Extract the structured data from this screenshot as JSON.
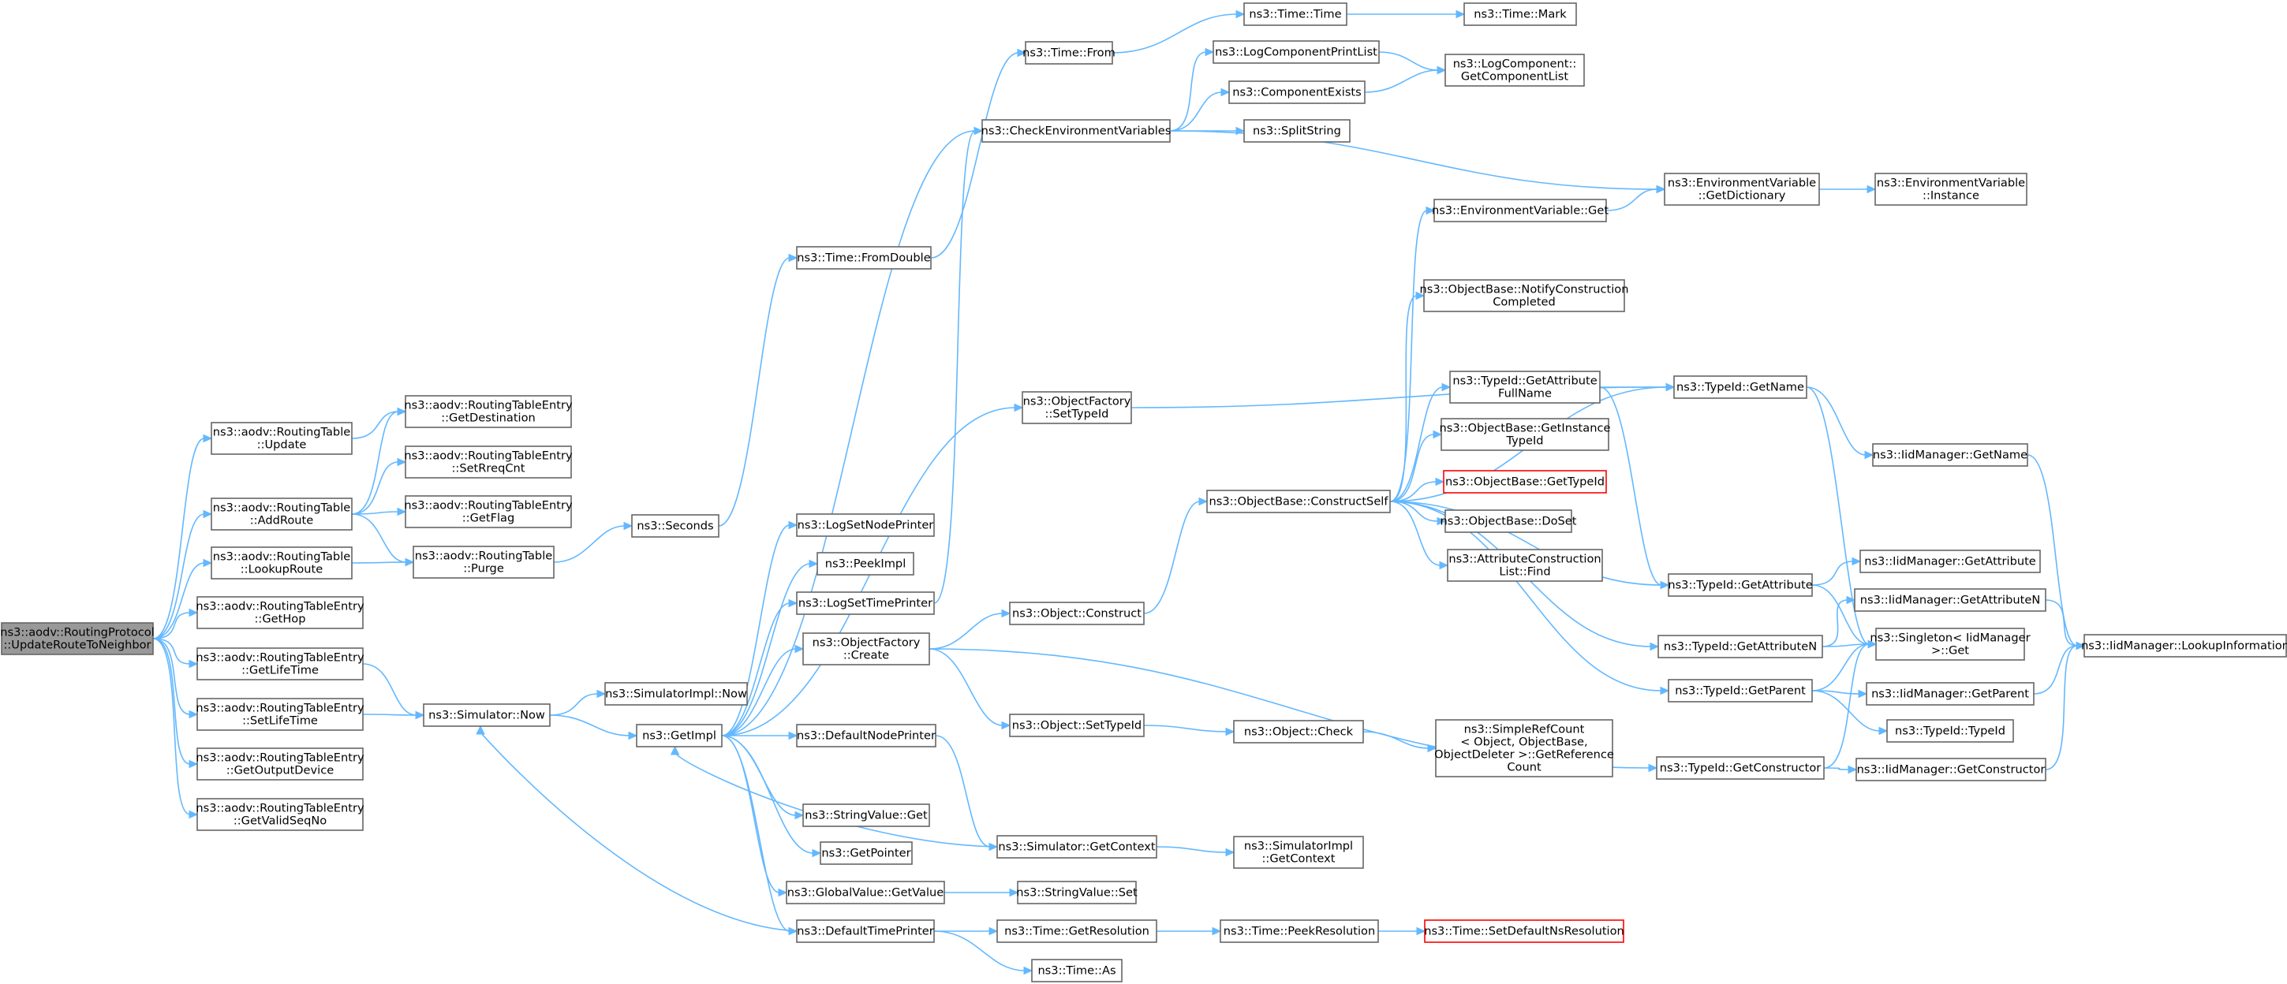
{
  "colors": {
    "edge": "#63b8ff",
    "node_border": "#666666",
    "root_fill": "#999999",
    "truncated_border": "#ff0000"
  },
  "nodes": [
    {
      "id": "root",
      "lines": [
        "ns3::aodv::RoutingProtocol",
        "::UpdateRouteToNeighbor"
      ],
      "style": "root"
    },
    {
      "id": "rt_update",
      "lines": [
        "ns3::aodv::RoutingTable",
        "::Update"
      ]
    },
    {
      "id": "rt_addroute",
      "lines": [
        "ns3::aodv::RoutingTable",
        "::AddRoute"
      ]
    },
    {
      "id": "rt_lookup",
      "lines": [
        "ns3::aodv::RoutingTable",
        "::LookupRoute"
      ]
    },
    {
      "id": "rte_gethop",
      "lines": [
        "ns3::aodv::RoutingTableEntry",
        "::GetHop"
      ]
    },
    {
      "id": "rte_getlife",
      "lines": [
        "ns3::aodv::RoutingTableEntry",
        "::GetLifeTime"
      ]
    },
    {
      "id": "rte_setlife",
      "lines": [
        "ns3::aodv::RoutingTableEntry",
        "::SetLifeTime"
      ]
    },
    {
      "id": "rte_getout",
      "lines": [
        "ns3::aodv::RoutingTableEntry",
        "::GetOutputDevice"
      ]
    },
    {
      "id": "rte_getvalid",
      "lines": [
        "ns3::aodv::RoutingTableEntry",
        "::GetValidSeqNo"
      ]
    },
    {
      "id": "rte_getdest",
      "lines": [
        "ns3::aodv::RoutingTableEntry",
        "::GetDestination"
      ]
    },
    {
      "id": "rte_setrreq",
      "lines": [
        "ns3::aodv::RoutingTableEntry",
        "::SetRreqCnt"
      ]
    },
    {
      "id": "rte_getflag",
      "lines": [
        "ns3::aodv::RoutingTableEntry",
        "::GetFlag"
      ]
    },
    {
      "id": "rt_purge",
      "lines": [
        "ns3::aodv::RoutingTable",
        "::Purge"
      ]
    },
    {
      "id": "sim_now",
      "lines": [
        "ns3::Simulator::Now"
      ]
    },
    {
      "id": "seconds",
      "lines": [
        "ns3::Seconds"
      ]
    },
    {
      "id": "simimpl_now",
      "lines": [
        "ns3::SimulatorImpl::Now"
      ]
    },
    {
      "id": "getimpl",
      "lines": [
        "ns3::GetImpl"
      ]
    },
    {
      "id": "fromdouble",
      "lines": [
        "ns3::Time::FromDouble"
      ]
    },
    {
      "id": "time_from",
      "lines": [
        "ns3::Time::From"
      ]
    },
    {
      "id": "time_time",
      "lines": [
        "ns3::Time::Time"
      ]
    },
    {
      "id": "time_mark",
      "lines": [
        "ns3::Time::Mark"
      ]
    },
    {
      "id": "checkenv",
      "lines": [
        "ns3::CheckEnvironmentVariables"
      ]
    },
    {
      "id": "logcompprint",
      "lines": [
        "ns3::LogComponentPrintList"
      ]
    },
    {
      "id": "compexists",
      "lines": [
        "ns3::ComponentExists"
      ]
    },
    {
      "id": "splitstring",
      "lines": [
        "ns3::SplitString"
      ]
    },
    {
      "id": "logcomplist",
      "lines": [
        "ns3::LogComponent::",
        "GetComponentList"
      ]
    },
    {
      "id": "envvar_getdict",
      "lines": [
        "ns3::EnvironmentVariable",
        "::GetDictionary"
      ]
    },
    {
      "id": "envvar_instance",
      "lines": [
        "ns3::EnvironmentVariable",
        "::Instance"
      ]
    },
    {
      "id": "envvar_get",
      "lines": [
        "ns3::EnvironmentVariable::Get"
      ]
    },
    {
      "id": "logsetnode",
      "lines": [
        "ns3::LogSetNodePrinter"
      ]
    },
    {
      "id": "peekimpl",
      "lines": [
        "ns3::PeekImpl"
      ]
    },
    {
      "id": "logsettime",
      "lines": [
        "ns3::LogSetTimePrinter"
      ]
    },
    {
      "id": "objfact_create",
      "lines": [
        "ns3::ObjectFactory",
        "::Create"
      ]
    },
    {
      "id": "defnodeprinter",
      "lines": [
        "ns3::DefaultNodePrinter"
      ]
    },
    {
      "id": "stringvalue_get",
      "lines": [
        "ns3::StringValue::Get"
      ]
    },
    {
      "id": "getpointer",
      "lines": [
        "ns3::GetPointer"
      ]
    },
    {
      "id": "gv_getvalue",
      "lines": [
        "ns3::GlobalValue::GetValue"
      ]
    },
    {
      "id": "deftimeprinter",
      "lines": [
        "ns3::DefaultTimePrinter"
      ]
    },
    {
      "id": "objfact_settid",
      "lines": [
        "ns3::ObjectFactory",
        "::SetTypeId"
      ]
    },
    {
      "id": "obj_construct",
      "lines": [
        "ns3::Object::Construct"
      ]
    },
    {
      "id": "obj_settid",
      "lines": [
        "ns3::Object::SetTypeId"
      ]
    },
    {
      "id": "sim_getctx",
      "lines": [
        "ns3::Simulator::GetContext"
      ]
    },
    {
      "id": "sv_set",
      "lines": [
        "ns3::StringValue::Set"
      ]
    },
    {
      "id": "time_getres",
      "lines": [
        "ns3::Time::GetResolution"
      ]
    },
    {
      "id": "time_as",
      "lines": [
        "ns3::Time::As"
      ]
    },
    {
      "id": "constructself",
      "lines": [
        "ns3::ObjectBase::ConstructSelf"
      ]
    },
    {
      "id": "obj_check",
      "lines": [
        "ns3::Object::Check"
      ]
    },
    {
      "id": "simimpl_getctx",
      "lines": [
        "ns3::SimulatorImpl",
        "::GetContext"
      ]
    },
    {
      "id": "time_peekres",
      "lines": [
        "ns3::Time::PeekResolution"
      ]
    },
    {
      "id": "notifyconst",
      "lines": [
        "ns3::ObjectBase::NotifyConstruction",
        "Completed"
      ]
    },
    {
      "id": "tid_getattrfull",
      "lines": [
        "ns3::TypeId::GetAttribute",
        "FullName"
      ]
    },
    {
      "id": "ob_getinst",
      "lines": [
        "ns3::ObjectBase::GetInstance",
        "TypeId"
      ]
    },
    {
      "id": "ob_gettid",
      "lines": [
        "ns3::ObjectBase::GetTypeId"
      ],
      "style": "truncated"
    },
    {
      "id": "ob_doset",
      "lines": [
        "ns3::ObjectBase::DoSet"
      ]
    },
    {
      "id": "attrconst_find",
      "lines": [
        "ns3::AttributeConstruction",
        "List::Find"
      ]
    },
    {
      "id": "simplerefcount",
      "lines": [
        "ns3::SimpleRefCount",
        "< Object, ObjectBase,",
        "ObjectDeleter >::GetReference",
        "Count"
      ]
    },
    {
      "id": "time_setdefns",
      "lines": [
        "ns3::Time::SetDefaultNsResolution"
      ],
      "style": "truncated"
    },
    {
      "id": "tid_getname",
      "lines": [
        "ns3::TypeId::GetName"
      ]
    },
    {
      "id": "tid_getattr",
      "lines": [
        "ns3::TypeId::GetAttribute"
      ]
    },
    {
      "id": "tid_getattrn",
      "lines": [
        "ns3::TypeId::GetAttributeN"
      ]
    },
    {
      "id": "tid_getparent",
      "lines": [
        "ns3::TypeId::GetParent"
      ]
    },
    {
      "id": "tid_getctor",
      "lines": [
        "ns3::TypeId::GetConstructor"
      ]
    },
    {
      "id": "iid_getname",
      "lines": [
        "ns3::IidManager::GetName"
      ]
    },
    {
      "id": "iid_getattr",
      "lines": [
        "ns3::IidManager::GetAttribute"
      ]
    },
    {
      "id": "iid_getattrn",
      "lines": [
        "ns3::IidManager::GetAttributeN"
      ]
    },
    {
      "id": "singleton_get",
      "lines": [
        "ns3::Singleton< IidManager",
        ">::Get"
      ]
    },
    {
      "id": "iid_getparent",
      "lines": [
        "ns3::IidManager::GetParent"
      ]
    },
    {
      "id": "tid_typeid",
      "lines": [
        "ns3::TypeId::TypeId"
      ]
    },
    {
      "id": "iid_getctor",
      "lines": [
        "ns3::IidManager::GetConstructor"
      ]
    },
    {
      "id": "iid_lookup",
      "lines": [
        "ns3::IidManager::LookupInformation"
      ]
    }
  ],
  "edges": [
    [
      "root",
      "rt_update"
    ],
    [
      "root",
      "rt_addroute"
    ],
    [
      "root",
      "rt_lookup"
    ],
    [
      "root",
      "rte_gethop"
    ],
    [
      "root",
      "rte_getlife"
    ],
    [
      "root",
      "rte_setlife"
    ],
    [
      "root",
      "rte_getout"
    ],
    [
      "root",
      "rte_getvalid"
    ],
    [
      "rt_update",
      "rte_getdest"
    ],
    [
      "rt_addroute",
      "rte_getdest"
    ],
    [
      "rt_addroute",
      "rte_setrreq"
    ],
    [
      "rt_addroute",
      "rte_getflag"
    ],
    [
      "rt_addroute",
      "rt_purge"
    ],
    [
      "rt_lookup",
      "rt_purge"
    ],
    [
      "rte_getlife",
      "sim_now"
    ],
    [
      "rte_setlife",
      "sim_now"
    ],
    [
      "rt_purge",
      "seconds"
    ],
    [
      "sim_now",
      "simimpl_now"
    ],
    [
      "sim_now",
      "getimpl"
    ],
    [
      "seconds",
      "fromdouble"
    ],
    [
      "fromdouble",
      "time_from"
    ],
    [
      "time_from",
      "time_time"
    ],
    [
      "time_time",
      "time_mark"
    ],
    [
      "getimpl",
      "checkenv"
    ],
    [
      "getimpl",
      "logsetnode"
    ],
    [
      "getimpl",
      "peekimpl"
    ],
    [
      "getimpl",
      "logsettime"
    ],
    [
      "getimpl",
      "objfact_create"
    ],
    [
      "getimpl",
      "defnodeprinter"
    ],
    [
      "getimpl",
      "stringvalue_get"
    ],
    [
      "getimpl",
      "getpointer"
    ],
    [
      "getimpl",
      "gv_getvalue"
    ],
    [
      "getimpl",
      "deftimeprinter"
    ],
    [
      "getimpl",
      "objfact_settid"
    ],
    [
      "checkenv",
      "logcompprint"
    ],
    [
      "checkenv",
      "compexists"
    ],
    [
      "checkenv",
      "splitstring"
    ],
    [
      "checkenv",
      "envvar_getdict"
    ],
    [
      "logcompprint",
      "logcomplist"
    ],
    [
      "compexists",
      "logcomplist"
    ],
    [
      "envvar_getdict",
      "envvar_instance"
    ],
    [
      "envvar_get",
      "envvar_getdict"
    ],
    [
      "logsettime",
      "checkenv"
    ],
    [
      "objfact_create",
      "obj_construct"
    ],
    [
      "objfact_create",
      "obj_settid"
    ],
    [
      "objfact_create",
      "tid_getctor"
    ],
    [
      "defnodeprinter",
      "sim_getctx"
    ],
    [
      "gv_getvalue",
      "sv_set"
    ],
    [
      "deftimeprinter",
      "time_getres"
    ],
    [
      "deftimeprinter",
      "time_as"
    ],
    [
      "deftimeprinter",
      "sim_now"
    ],
    [
      "sim_getctx",
      "getimpl"
    ],
    [
      "sim_getctx",
      "simimpl_getctx"
    ],
    [
      "objfact_settid",
      "tid_getname"
    ],
    [
      "obj_construct",
      "constructself"
    ],
    [
      "obj_settid",
      "obj_check"
    ],
    [
      "obj_check",
      "simplerefcount"
    ],
    [
      "time_getres",
      "time_peekres"
    ],
    [
      "time_peekres",
      "time_setdefns"
    ],
    [
      "constructself",
      "envvar_get"
    ],
    [
      "constructself",
      "notifyconst"
    ],
    [
      "constructself",
      "tid_getname"
    ],
    [
      "constructself",
      "tid_getattrfull"
    ],
    [
      "constructself",
      "ob_getinst"
    ],
    [
      "constructself",
      "ob_gettid"
    ],
    [
      "constructself",
      "ob_doset"
    ],
    [
      "constructself",
      "attrconst_find"
    ],
    [
      "constructself",
      "tid_getattr"
    ],
    [
      "constructself",
      "tid_getattrn"
    ],
    [
      "constructself",
      "tid_getparent"
    ],
    [
      "tid_getattrfull",
      "tid_getname"
    ],
    [
      "tid_getattrfull",
      "tid_getattr"
    ],
    [
      "tid_getname",
      "iid_getname"
    ],
    [
      "tid_getname",
      "singleton_get"
    ],
    [
      "tid_getattr",
      "iid_getattr"
    ],
    [
      "tid_getattr",
      "singleton_get"
    ],
    [
      "tid_getattrn",
      "iid_getattrn"
    ],
    [
      "tid_getattrn",
      "singleton_get"
    ],
    [
      "tid_getparent",
      "iid_getparent"
    ],
    [
      "tid_getparent",
      "tid_typeid"
    ],
    [
      "tid_getparent",
      "singleton_get"
    ],
    [
      "tid_getctor",
      "iid_getctor"
    ],
    [
      "tid_getctor",
      "singleton_get"
    ],
    [
      "iid_getname",
      "iid_lookup"
    ],
    [
      "iid_getattrn",
      "iid_lookup"
    ],
    [
      "iid_getparent",
      "iid_lookup"
    ],
    [
      "iid_getctor",
      "iid_lookup"
    ]
  ]
}
